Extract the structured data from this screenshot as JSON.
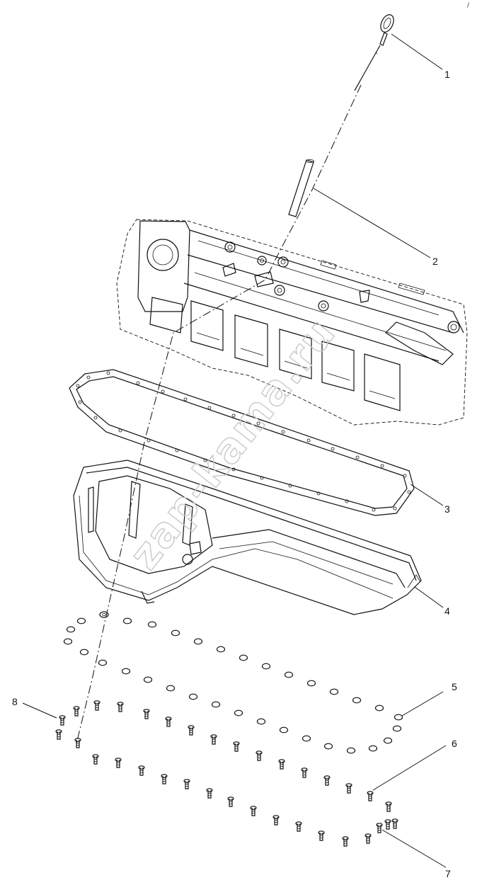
{
  "watermark": "zap-kama.ru",
  "corner_mark": "/",
  "callouts": [
    {
      "number": "1",
      "part": "dipstick"
    },
    {
      "number": "2",
      "part": "dipstick-guide-tube"
    },
    {
      "number": "3",
      "part": "oil-pan-gasket"
    },
    {
      "number": "4",
      "part": "oil-pan"
    },
    {
      "number": "5",
      "part": "washer"
    },
    {
      "number": "6",
      "part": "bolt"
    },
    {
      "number": "7",
      "part": "bolt"
    },
    {
      "number": "8",
      "part": "bolt"
    }
  ]
}
